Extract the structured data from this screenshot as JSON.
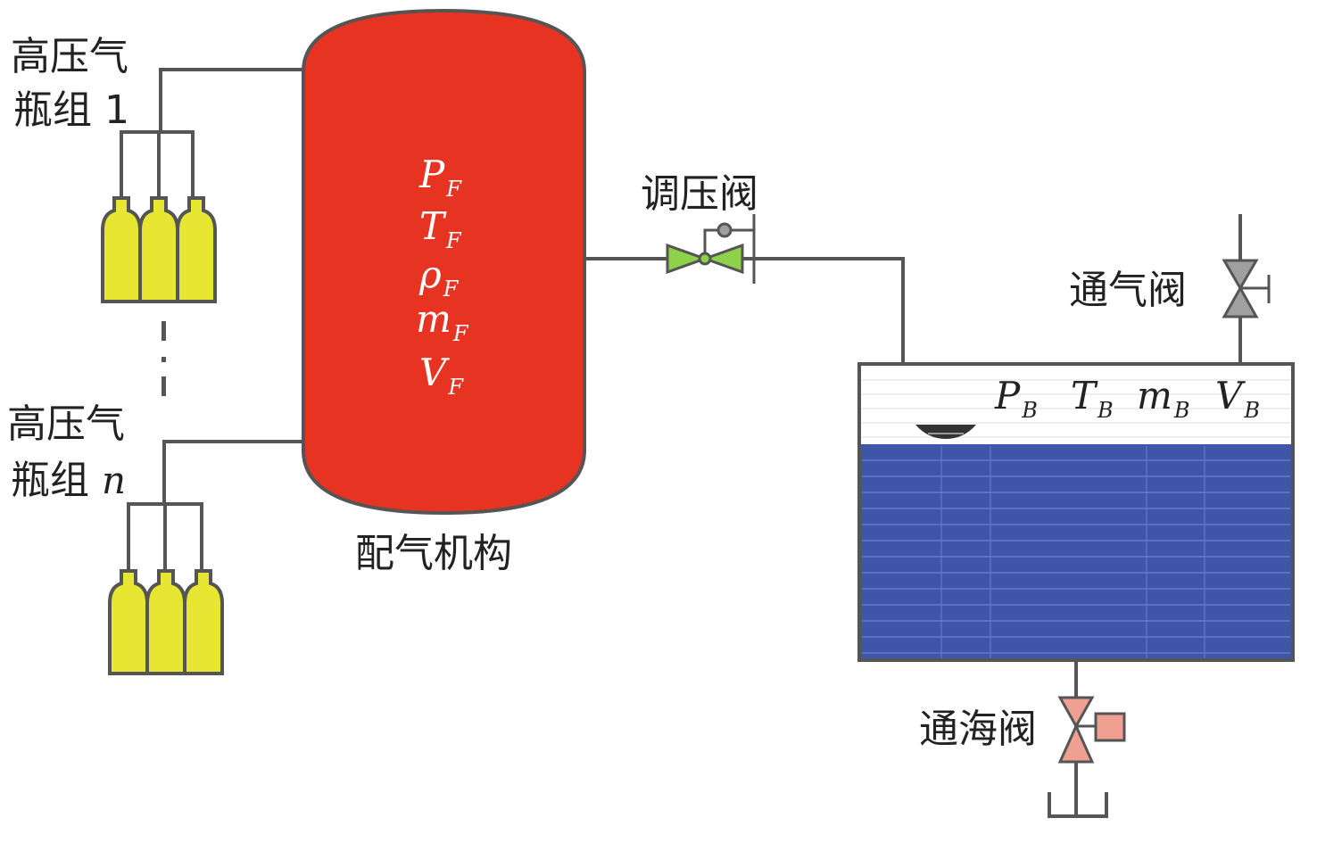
{
  "labels": {
    "cylinder_group_1_line1": "高压气",
    "cylinder_group_1_line2": "瓶组 1",
    "cylinder_group_n_line1": "高压气",
    "cylinder_group_n_line2a": "瓶组 ",
    "cylinder_group_n_line2b": "n",
    "distribution_tank": "配气机构",
    "pressure_regulator_valve": "调压阀",
    "vent_valve": "通气阀",
    "sea_valve": "通海阀"
  },
  "tank_variables": [
    {
      "symbol": "P",
      "sub": "F"
    },
    {
      "symbol": "T",
      "sub": "F"
    },
    {
      "symbol": "ρ",
      "sub": "F"
    },
    {
      "symbol": "m",
      "sub": "F"
    },
    {
      "symbol": "V",
      "sub": "F"
    }
  ],
  "ballast_variables": [
    {
      "symbol": "P",
      "sub": "B"
    },
    {
      "symbol": "T",
      "sub": "B"
    },
    {
      "symbol": "m",
      "sub": "B"
    },
    {
      "symbol": "V",
      "sub": "B"
    }
  ],
  "colors": {
    "tank_fill": "#e63322",
    "cylinder_fill": "#e6e633",
    "regulator_valve": "#8ed14a",
    "vent_valve": "#a0a0a0",
    "sea_valve": "#f0a090",
    "water": "#3f55a8",
    "pipe": "#555555"
  }
}
